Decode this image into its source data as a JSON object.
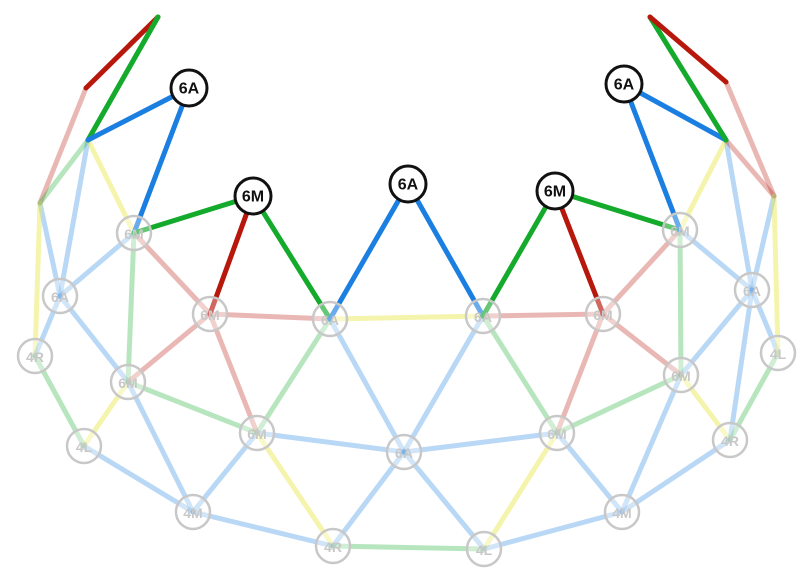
{
  "colors": {
    "red": "#b8170c",
    "green": "#14aa2c",
    "blue": "#1a7fe0",
    "yellow": "#e9e84a",
    "hub_stroke": "#111111",
    "faded_hub_stroke": "#c8c8c8",
    "faded_text": "#c8c8c8"
  },
  "hubs": [
    {
      "id": "a1",
      "label": "6A",
      "active": true
    },
    {
      "id": "b1",
      "label": "6M",
      "active": true
    },
    {
      "id": "c",
      "label": "6A",
      "active": true
    },
    {
      "id": "b2",
      "label": "6M",
      "active": true
    },
    {
      "id": "a2",
      "label": "6A",
      "active": true
    },
    {
      "id": "m1",
      "label": "6M",
      "active": false
    },
    {
      "id": "g1",
      "label": "6A",
      "active": false
    },
    {
      "id": "n1",
      "label": "6M",
      "active": false
    },
    {
      "id": "n2",
      "label": "6M",
      "active": false
    },
    {
      "id": "m2",
      "label": "6M",
      "active": false
    },
    {
      "id": "g2",
      "label": "6A",
      "active": false
    },
    {
      "id": "l1",
      "label": "6A",
      "active": false
    },
    {
      "id": "r1",
      "label": "4R",
      "active": false
    },
    {
      "id": "s1",
      "label": "6M",
      "active": false
    },
    {
      "id": "t1",
      "label": "6M",
      "active": false
    },
    {
      "id": "bc",
      "label": "6A",
      "active": false
    },
    {
      "id": "t2",
      "label": "6M",
      "active": false
    },
    {
      "id": "s2",
      "label": "6M",
      "active": false
    },
    {
      "id": "l2",
      "label": "6A",
      "active": false
    },
    {
      "id": "r2",
      "label": "4L",
      "active": false
    },
    {
      "id": "ll1",
      "label": "4L",
      "active": false
    },
    {
      "id": "lr2",
      "label": "4R",
      "active": false
    },
    {
      "id": "ma1",
      "label": "4M",
      "active": false
    },
    {
      "id": "ma2",
      "label": "4M",
      "active": false
    },
    {
      "id": "br1",
      "label": "4R",
      "active": false
    },
    {
      "id": "br2",
      "label": "4L",
      "active": false
    }
  ],
  "struts": [
    {
      "from": "tl",
      "to": "tr1",
      "color": "red",
      "active": true
    },
    {
      "from": "tl",
      "to": "tlg",
      "color": "green",
      "active": true
    },
    {
      "from": "tlg",
      "to": "a1",
      "color": "blue",
      "active": true
    },
    {
      "from": "a1",
      "to": "m1",
      "color": "blue",
      "active": true
    },
    {
      "from": "m1",
      "to": "b1",
      "color": "green",
      "active": true
    },
    {
      "from": "b1",
      "to": "n1",
      "color": "red",
      "active": true
    },
    {
      "from": "b1",
      "to": "g1",
      "color": "green",
      "active": true
    },
    {
      "from": "g1",
      "to": "c",
      "color": "blue",
      "active": true
    },
    {
      "from": "c",
      "to": "g2",
      "color": "blue",
      "active": true
    },
    {
      "from": "g2",
      "to": "b2",
      "color": "green",
      "active": true
    },
    {
      "from": "b2",
      "to": "n2",
      "color": "red",
      "active": true
    },
    {
      "from": "b2",
      "to": "m2",
      "color": "green",
      "active": true
    },
    {
      "from": "m2",
      "to": "a2",
      "color": "blue",
      "active": true
    },
    {
      "from": "a2",
      "to": "trg",
      "color": "blue",
      "active": true
    },
    {
      "from": "trg",
      "to": "tr",
      "color": "green",
      "active": true
    },
    {
      "from": "tr",
      "to": "tr2",
      "color": "red",
      "active": true
    }
  ]
}
